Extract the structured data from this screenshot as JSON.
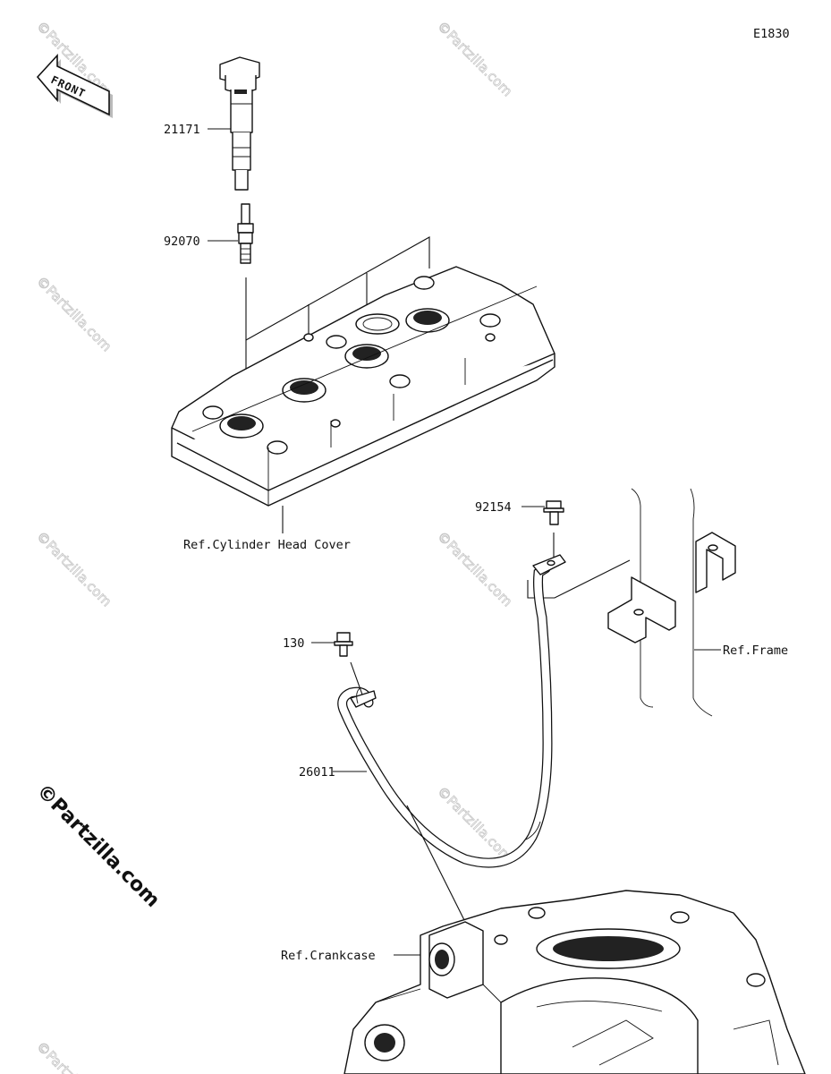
{
  "diagram_code": "E1830",
  "front_arrow": {
    "label": "FRONT",
    "icon": "front-direction-arrow-icon"
  },
  "parts": {
    "ignition_coil": "21171",
    "spark_plug": "92070",
    "bolt_frame": "92154",
    "bolt_crankcase": "130",
    "ground_lead": "26011"
  },
  "references": {
    "cylinder_head_cover": "Ref.Cylinder Head Cover",
    "frame": "Ref.Frame",
    "crankcase": "Ref.Crankcase"
  },
  "watermark": {
    "text": "©Partzilla.com"
  }
}
